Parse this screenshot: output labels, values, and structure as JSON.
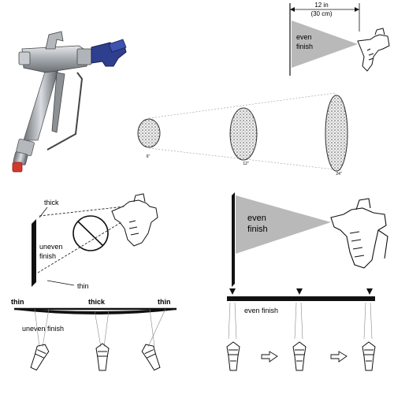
{
  "top_right": {
    "distance_in": "12 in",
    "distance_cm": "(30 cm)",
    "cone_label_1": "even",
    "cone_label_2": "finish"
  },
  "pattern_row": {
    "size_small": "6\"",
    "size_medium": "12\"",
    "size_large": "24\""
  },
  "bottom_left": {
    "thick_top": "thick",
    "uneven_1": "uneven",
    "uneven_2": "finish",
    "thin_side": "thin",
    "bar_left": "thin",
    "bar_mid": "thick",
    "bar_right": "thin",
    "bar_caption": "uneven finish"
  },
  "bottom_right": {
    "cone_label_1": "even",
    "cone_label_2": "finish",
    "bar_caption": "even finish"
  },
  "colors": {
    "gray_fill": "#b9b9b9",
    "dark": "#1a1a1a",
    "gun_blue": "#2f3f8f",
    "gun_silver": "#9aa0a6",
    "tip_red": "#d23a2a"
  }
}
